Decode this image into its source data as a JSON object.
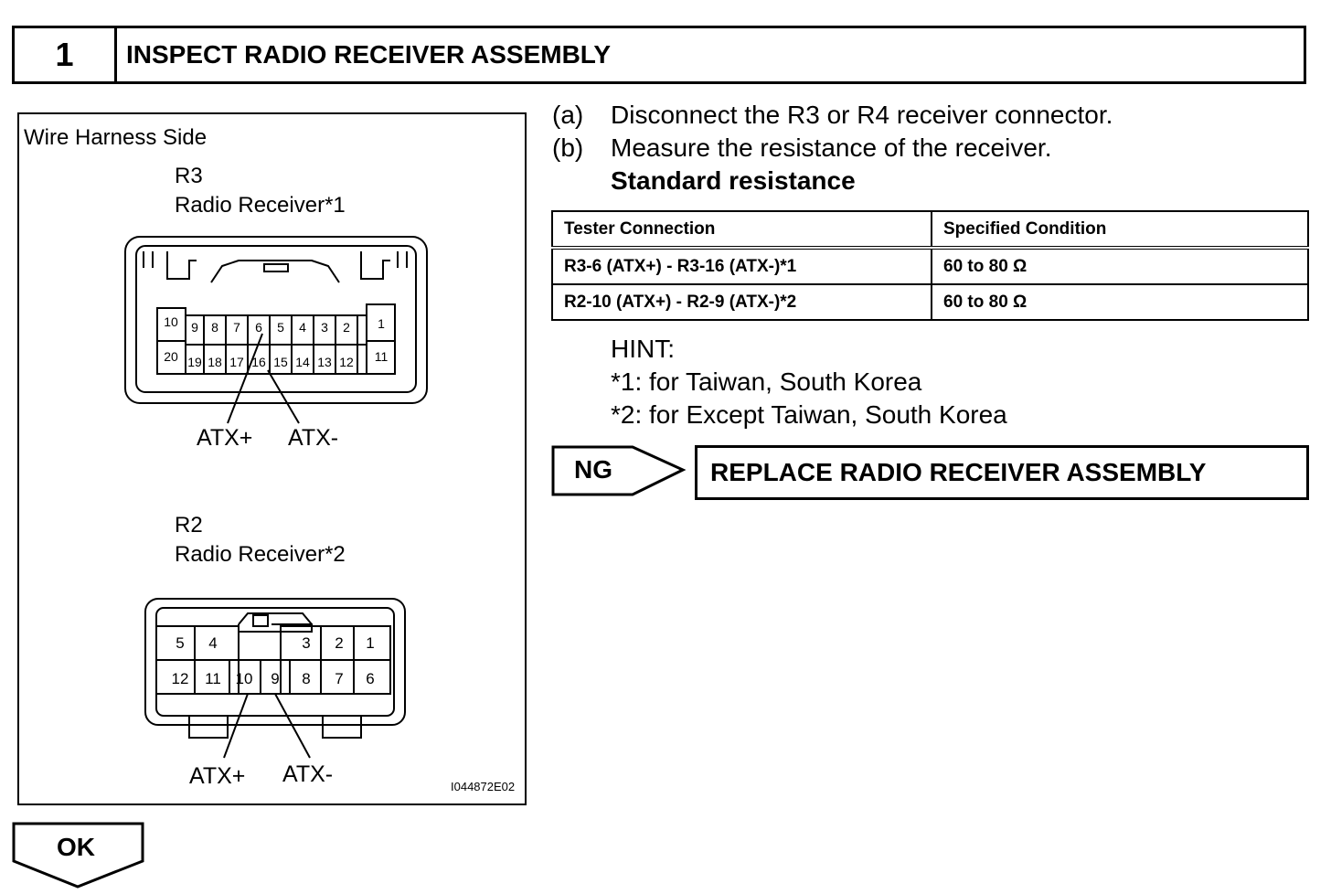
{
  "step": {
    "number": "1",
    "title": "INSPECT RADIO RECEIVER ASSEMBLY"
  },
  "diagram": {
    "view_label": "Wire Harness Side",
    "r3": {
      "connector": "R3",
      "name": "Radio Receiver*1",
      "top_pins": [
        "10",
        "9",
        "8",
        "7",
        "6",
        "5",
        "4",
        "3",
        "2",
        "1"
      ],
      "bottom_pins": [
        "20",
        "19",
        "18",
        "17",
        "16",
        "15",
        "14",
        "13",
        "12",
        "11"
      ],
      "atx_plus": "ATX+",
      "atx_minus": "ATX-"
    },
    "r2": {
      "connector": "R2",
      "name": "Radio Receiver*2",
      "top_pins": [
        "5",
        "4",
        "3",
        "2",
        "1"
      ],
      "bottom_pins": [
        "12",
        "11",
        "10",
        "9",
        "8",
        "7",
        "6"
      ],
      "atx_plus": "ATX+",
      "atx_minus": "ATX-"
    },
    "image_id": "I044872E02"
  },
  "instructions": [
    {
      "marker": "(a)",
      "text": "Disconnect the R3 or R4 receiver connector."
    },
    {
      "marker": "(b)",
      "text": "Measure the resistance of the receiver."
    }
  ],
  "standard_label": "Standard resistance",
  "table": {
    "headers": [
      "Tester Connection",
      "Specified Condition"
    ],
    "rows": [
      [
        "R3-6 (ATX+) - R3-16 (ATX-)*1",
        "60 to 80 Ω"
      ],
      [
        "R2-10 (ATX+) - R2-9 (ATX-)*2",
        "60 to 80 Ω"
      ]
    ]
  },
  "hint": {
    "label": "HINT:",
    "notes": [
      "*1: for Taiwan, South Korea",
      "*2: for Except Taiwan, South Korea"
    ]
  },
  "ng": {
    "label": "NG",
    "action": "REPLACE RADIO RECEIVER ASSEMBLY"
  },
  "ok": {
    "label": "OK"
  }
}
